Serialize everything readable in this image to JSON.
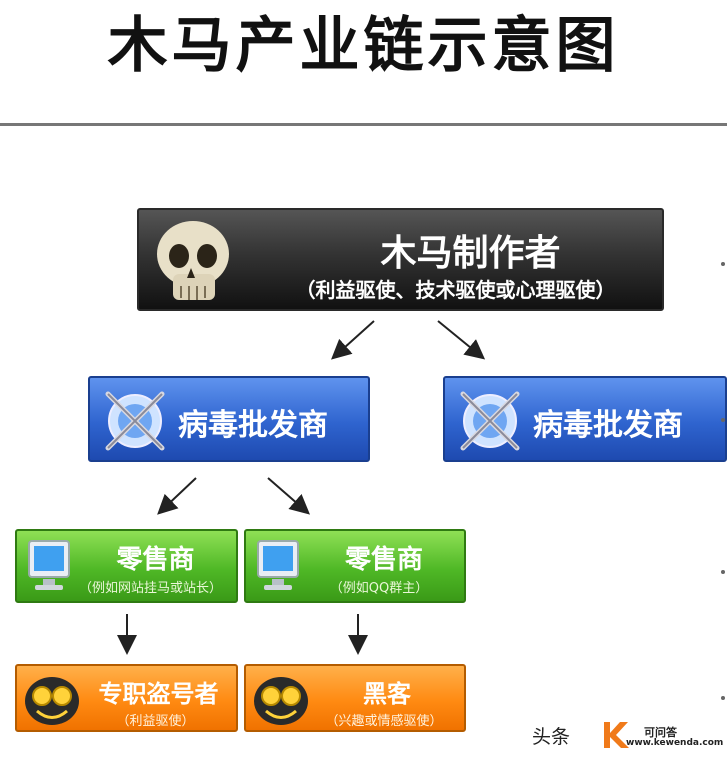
{
  "title": "木马产业链示意图",
  "maker": {
    "name": "木马制作者",
    "motive": "（利益驱使、技术驱使或心理驱使）"
  },
  "wholesalers": [
    {
      "label": "病毒批发商"
    },
    {
      "label": "病毒批发商"
    }
  ],
  "retailers": [
    {
      "label": "零售商",
      "note": "（例如网站挂马或站长）"
    },
    {
      "label": "零售商",
      "note": "（例如QQ群主）"
    }
  ],
  "endpoints": [
    {
      "label": "专职盗号者",
      "note": "（利益驱使）"
    },
    {
      "label": "黑客",
      "note": "（兴趣或情感驱使）"
    }
  ],
  "watermark": {
    "left": "头条",
    "brand": "可问答",
    "site": "www.kewenda.com"
  },
  "colors": {
    "maker": "#333333",
    "wholesaler": "#2f64cf",
    "retailer": "#4fb826",
    "endpoint": "#ff8a12"
  },
  "icons": [
    "skull-icon",
    "globe-icon",
    "monitor-icon",
    "coin-face-icon"
  ]
}
